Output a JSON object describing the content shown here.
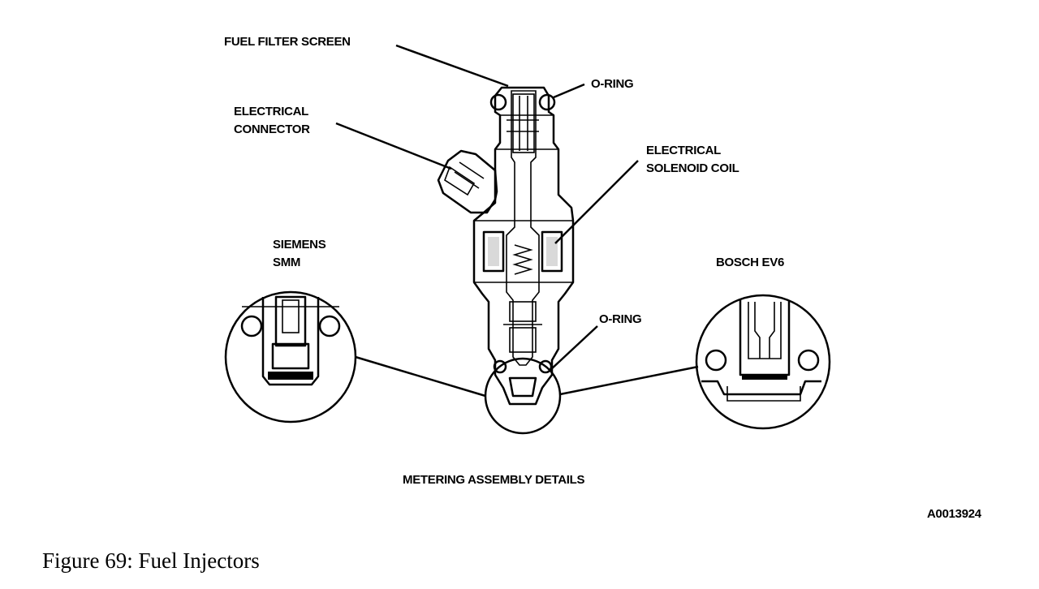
{
  "diagram": {
    "labels": {
      "fuel_filter_screen": "FUEL FILTER SCREEN",
      "o_ring_top": "O-RING",
      "electrical_connector_line1": "ELECTRICAL",
      "electrical_connector_line2": "CONNECTOR",
      "solenoid_line1": "ELECTRICAL",
      "solenoid_line2": "SOLENOID COIL",
      "siemens_line1": "SIEMENS",
      "siemens_line2": "SMM",
      "bosch": "BOSCH EV6",
      "o_ring_bottom": "O-RING",
      "metering_title": "METERING ASSEMBLY DETAILS",
      "figure_code": "A0013924"
    },
    "caption": "Figure 69: Fuel Injectors"
  }
}
